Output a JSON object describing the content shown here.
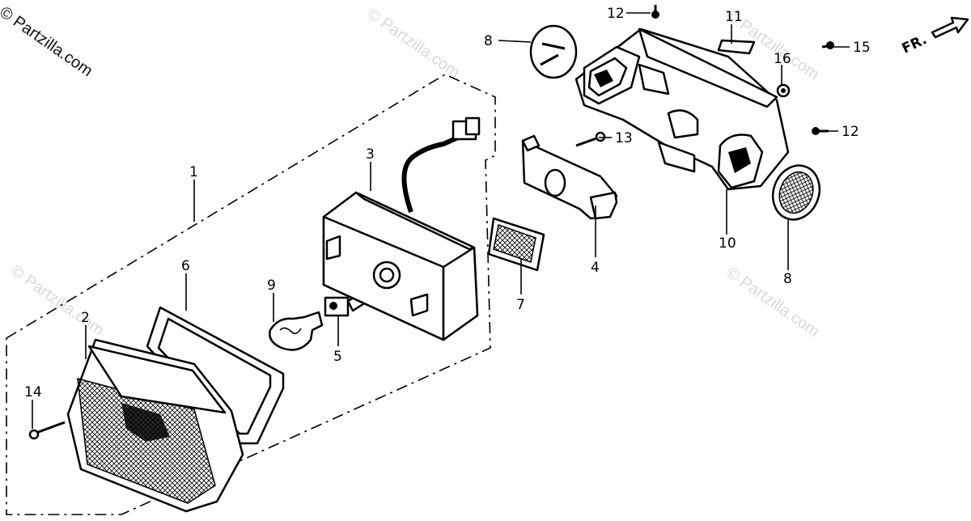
{
  "watermark": {
    "corner": "© Partzilla.com",
    "diagonal": "© Partzilla.com"
  },
  "direction": {
    "label": "FR."
  },
  "callouts": {
    "c1": "1",
    "c2": "2",
    "c3": "3",
    "c4": "4",
    "c5": "5",
    "c6": "6",
    "c7": "7",
    "c8a": "8",
    "c8b": "8",
    "c9": "9",
    "c10": "10",
    "c11": "11",
    "c12a": "12",
    "c12b": "12",
    "c13": "13",
    "c14": "14",
    "c15": "15",
    "c16": "16"
  }
}
